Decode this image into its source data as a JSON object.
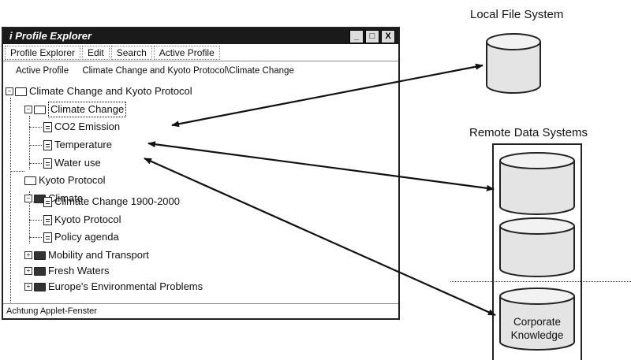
{
  "window": {
    "title": "i Profile Explorer",
    "buttons": [
      "_",
      "□",
      "X"
    ]
  },
  "menubar": {
    "items": [
      "Profile Explorer",
      "Edit",
      "Search",
      "Active Profile"
    ]
  },
  "active_profile": {
    "label": "Active Profile",
    "value": "Climate Change and Kyoto Protocol\\Climate Change"
  },
  "tree": {
    "root": "Climate Change and Kyoto Protocol",
    "climate_change": "Climate Change",
    "co2": "CO2 Emission",
    "temperature": "Temperature",
    "water": "Water use",
    "kyoto1": "Kyoto Protocol",
    "climate": "Climate",
    "cc1900": "Climate Change 1900-2000",
    "kyoto2": "Kyoto Protocol",
    "policy": "Policy agenda",
    "mobility": "Mobility and Transport",
    "fresh": "Fresh Waters",
    "europe": "Europe's Environmental Problems"
  },
  "statusbar": "Achtung Applet-Fenster",
  "diagram": {
    "local_title": "Local File System",
    "remote_title": "Remote Data  Systems",
    "corporate_line1": "Corporate",
    "corporate_line2": "Knowledge"
  },
  "colors": {
    "titlebar": "#1a1a1a",
    "arrow": "#111111",
    "cylinder_fill": "#e4e4e4"
  }
}
